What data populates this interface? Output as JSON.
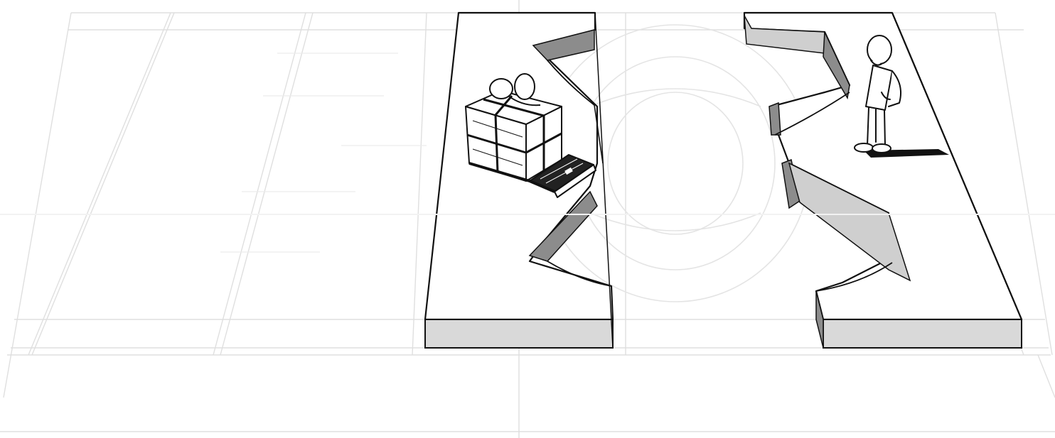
{
  "diagram": {
    "style": "pencil-sketch",
    "elements": [
      "perspective-grid",
      "value-proposition-block",
      "customer-profile-block",
      "gift-box-icon",
      "laptop-icon",
      "person-icon",
      "fit-circle-guides"
    ]
  },
  "colors": {
    "ink": "#111111",
    "grid": "#dcdcdc",
    "grid_light": "#ececec",
    "block_top": "#ffffff",
    "block_front": "#d9d9d9",
    "wall_shade": "#8c8c8c",
    "wall_light": "#cfcfcf"
  }
}
